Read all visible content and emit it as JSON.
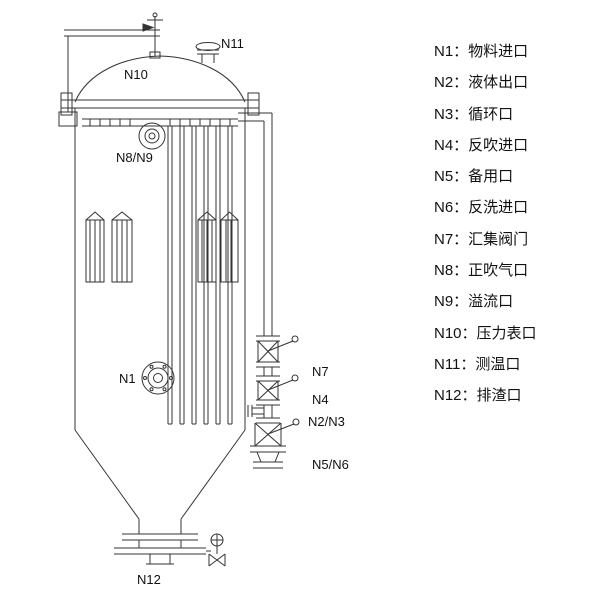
{
  "diagram": {
    "line_color": "#333333",
    "labels": {
      "n1": "N1",
      "n2n3": "N2/N3",
      "n4": "N4",
      "n5n6": "N5/N6",
      "n7": "N7",
      "n8n9": "N8/N9",
      "n10": "N10",
      "n11": "N11",
      "n12": "N12"
    }
  },
  "legend": {
    "items": [
      "N1：物料进口",
      "N2：液体出口",
      "N3：循环口",
      "N4：反吹进口",
      "N5：备用口",
      "N6：反洗进口",
      "N7：汇集阀门",
      "N8：正吹气口",
      "N9：溢流口",
      "N10：压力表口",
      "N11：测温口",
      "N12：排渣口"
    ]
  }
}
